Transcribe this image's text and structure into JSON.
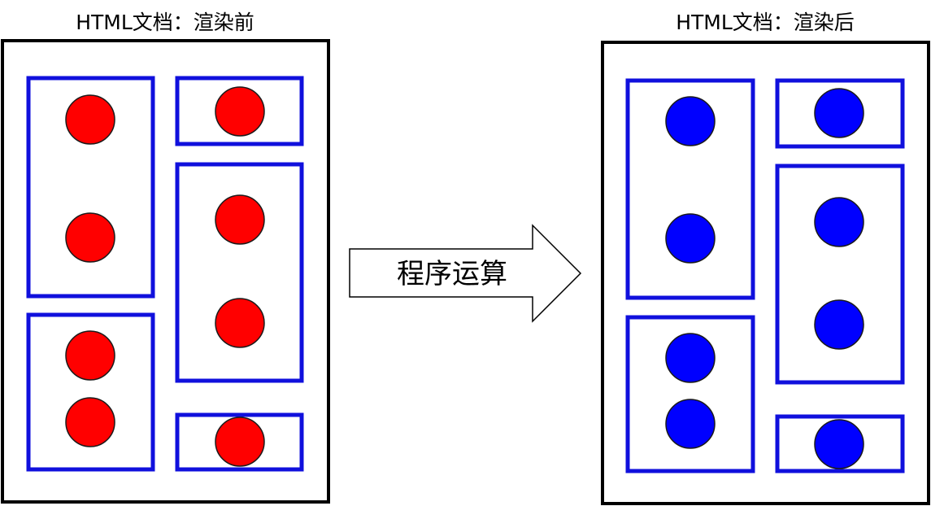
{
  "panels": [
    {
      "caption": "HTML文档：渲染前",
      "dot_color": "#ff0000",
      "block_color": "#1010dd"
    },
    {
      "caption": "HTML文档：渲染后",
      "dot_color": "#0000ff",
      "block_color": "#1010dd"
    }
  ],
  "process_arrow": {
    "label": "程序运算"
  }
}
